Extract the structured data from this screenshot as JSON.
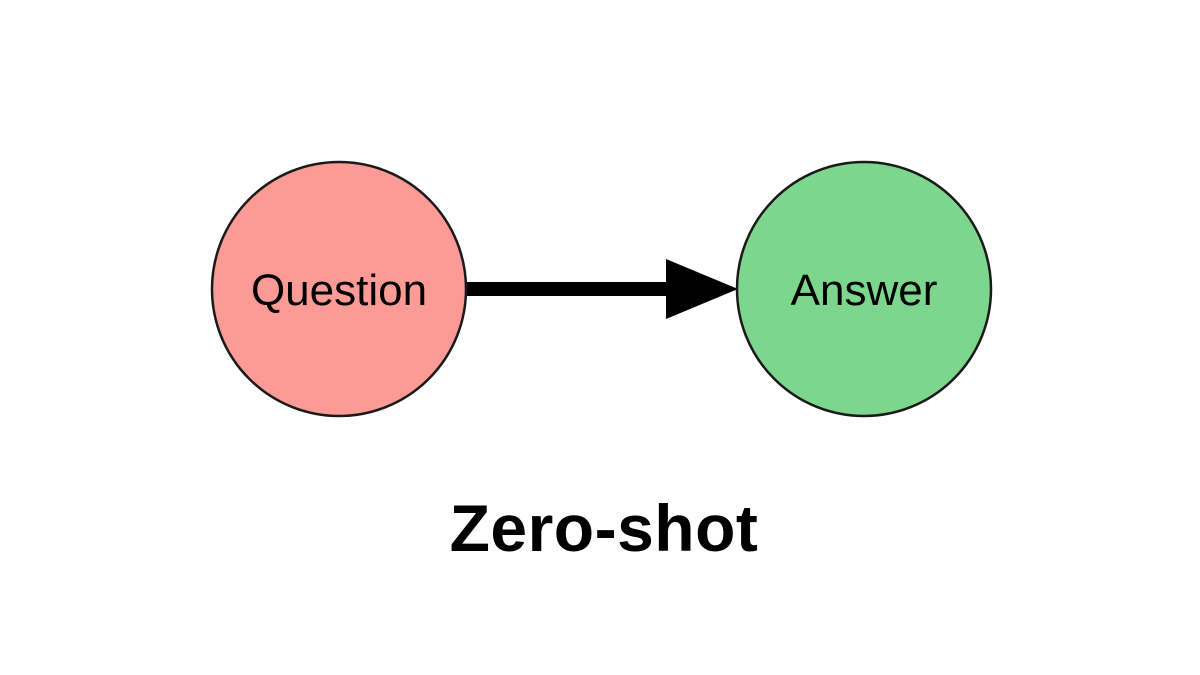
{
  "diagram": {
    "title": "Zero-shot",
    "background_color": "#ffffff",
    "nodes": [
      {
        "id": "question",
        "label": "Question",
        "shape": "circle",
        "fill": "#FC9B95",
        "stroke": "#1a1a1a"
      },
      {
        "id": "answer",
        "label": "Answer",
        "shape": "circle",
        "fill": "#7DD68D",
        "stroke": "#1a1a1a"
      }
    ],
    "edge": {
      "from": "question",
      "to": "answer",
      "style": "solid-thick-arrow",
      "color": "#000000"
    }
  }
}
